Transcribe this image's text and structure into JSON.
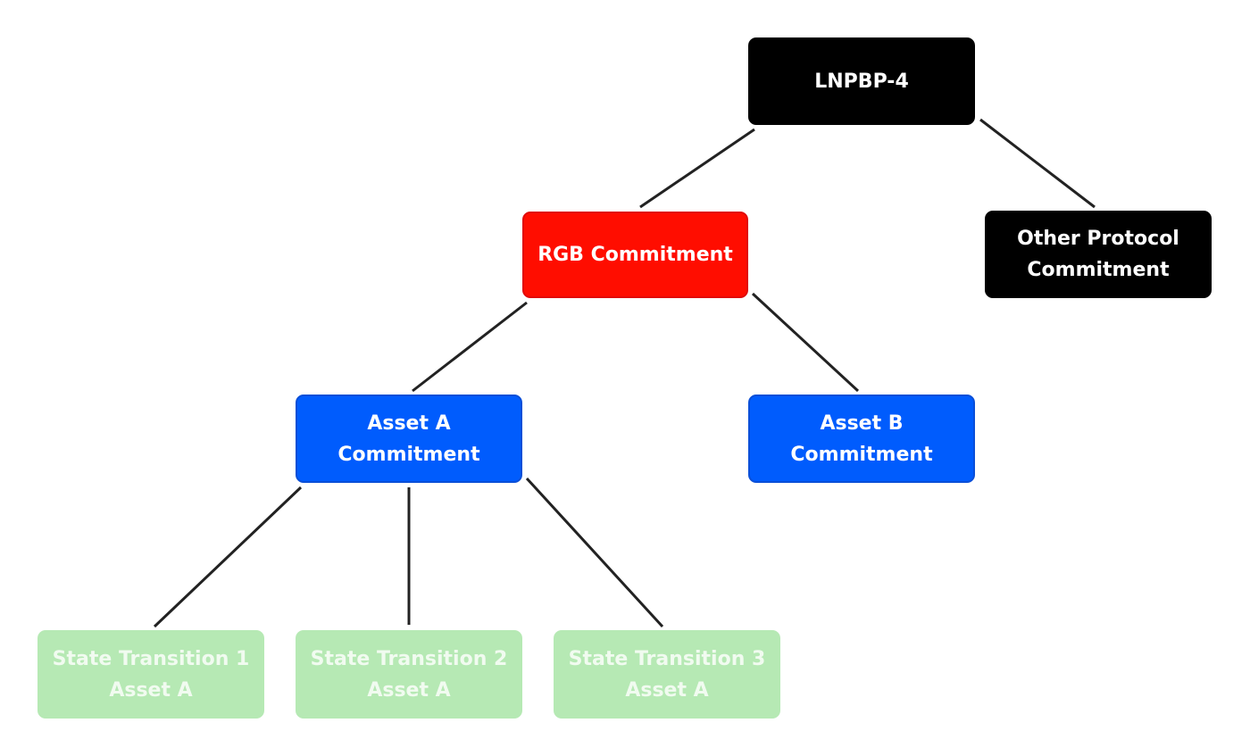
{
  "diagram": {
    "colors": {
      "root": "#000000",
      "rgb": "#ff0d00",
      "asset": "#005cfd",
      "transition": "#b6e9b4",
      "transition_text": "#f1fbf0",
      "edge": "#222222"
    },
    "nodes": {
      "lnpbp": {
        "line1": "LNPBP-4",
        "line2": ""
      },
      "rgb": {
        "line1": "RGB Commitment",
        "line2": ""
      },
      "other": {
        "line1": "Other Protocol",
        "line2": "Commitment"
      },
      "asset_a": {
        "line1": "Asset A",
        "line2": "Commitment"
      },
      "asset_b": {
        "line1": "Asset B",
        "line2": "Commitment"
      },
      "st1": {
        "line1": "State Transition 1",
        "line2": "Asset A"
      },
      "st2": {
        "line1": "State Transition 2",
        "line2": "Asset A"
      },
      "st3": {
        "line1": "State Transition 3",
        "line2": "Asset A"
      }
    },
    "edges": [
      {
        "from": "lnpbp",
        "to": "rgb"
      },
      {
        "from": "lnpbp",
        "to": "other"
      },
      {
        "from": "rgb",
        "to": "asset_a"
      },
      {
        "from": "rgb",
        "to": "asset_b"
      },
      {
        "from": "asset_a",
        "to": "st1"
      },
      {
        "from": "asset_a",
        "to": "st2"
      },
      {
        "from": "asset_a",
        "to": "st3"
      }
    ]
  }
}
